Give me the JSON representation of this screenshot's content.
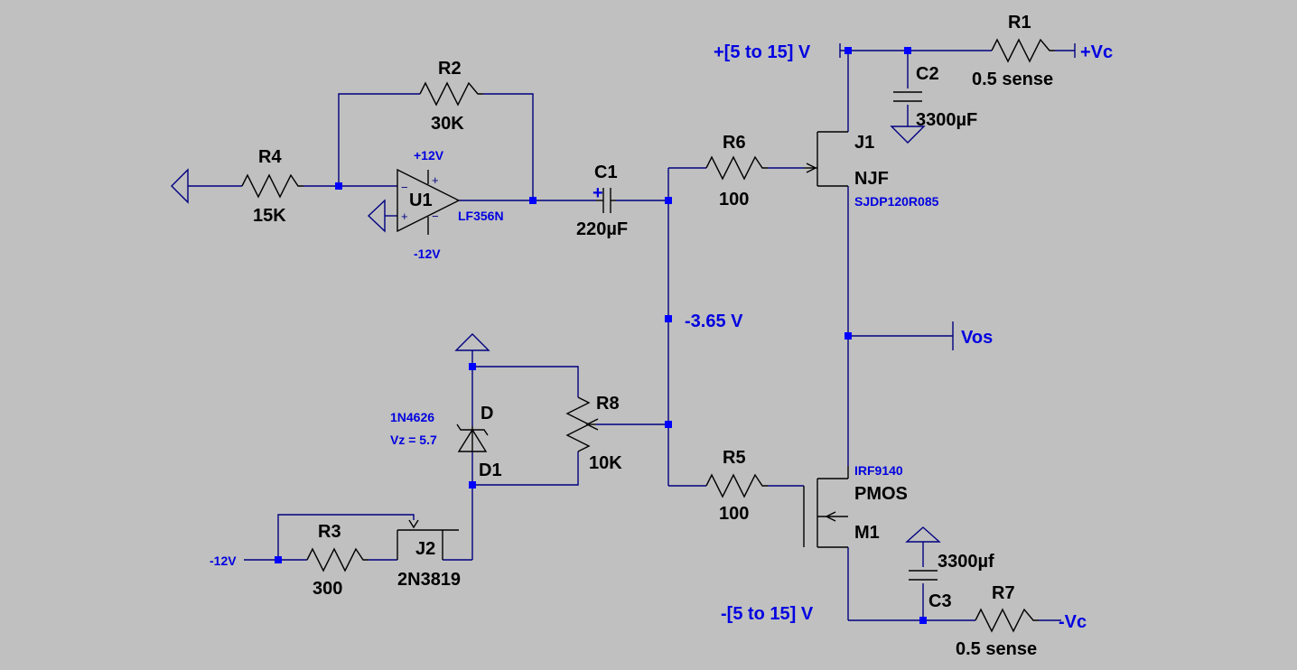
{
  "colors": {
    "background": "#c0c0c0",
    "wire": "#000080",
    "component": "#000000",
    "net_label": "#0000e0",
    "junction": "#0000ff"
  },
  "components": {
    "R1": {
      "name": "R1",
      "value": "0.5 sense"
    },
    "R2": {
      "name": "R2",
      "value": "30K"
    },
    "R3": {
      "name": "R3",
      "value": "300"
    },
    "R4": {
      "name": "R4",
      "value": "15K"
    },
    "R5": {
      "name": "R5",
      "value": "100"
    },
    "R6": {
      "name": "R6",
      "value": "100"
    },
    "R7": {
      "name": "R7",
      "value": "0.5 sense"
    },
    "R8": {
      "name": "R8",
      "value": "10K"
    },
    "C1": {
      "name": "C1",
      "value": "220µF"
    },
    "C2": {
      "name": "C2",
      "value": "3300µF"
    },
    "C3": {
      "name": "C3",
      "value": "3300µf"
    },
    "U1": {
      "name": "U1",
      "model": "LF356N",
      "vplus": "+12V",
      "vminus": "-12V"
    },
    "J1": {
      "name": "J1",
      "type": "NJF",
      "model": "SJDP120R085"
    },
    "J2": {
      "name": "J2",
      "model": "2N3819"
    },
    "M1": {
      "name": "M1",
      "type": "PMOS",
      "model": "IRF9140"
    },
    "D1": {
      "name": "D1",
      "type": "D",
      "model": "1N4626",
      "param": "Vz = 5.7"
    }
  },
  "nets": {
    "vpos_supply": "+[5 to 15] V",
    "vneg_supply": "-[5 to 15] V",
    "vc_pos": "+Vc",
    "vc_neg": "-Vc",
    "vos": "Vos",
    "bias_voltage": "-3.65 V",
    "neg12": "-12V"
  },
  "opamp_pins": {
    "minus": "−",
    "plus": "+"
  }
}
